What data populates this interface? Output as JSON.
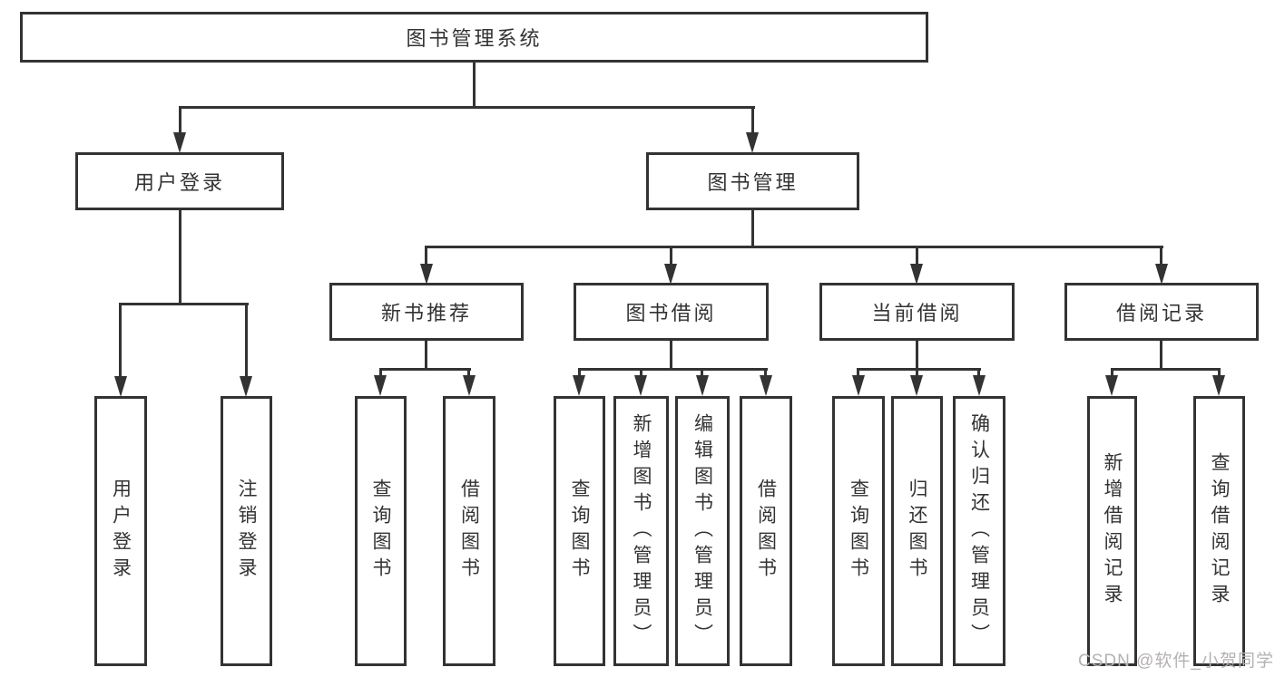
{
  "diagram": {
    "root": {
      "label": "图书管理系统"
    },
    "branches": [
      {
        "label": "用户登录",
        "children": [
          {
            "label": "用户登录"
          },
          {
            "label": "注销登录"
          }
        ]
      },
      {
        "label": "图书管理",
        "children": [
          {
            "label": "新书推荐",
            "children": [
              {
                "label": "查询图书"
              },
              {
                "label": "借阅图书"
              }
            ]
          },
          {
            "label": "图书借阅",
            "children": [
              {
                "label": "查询图书"
              },
              {
                "label": "新增图书（管理员）"
              },
              {
                "label": "编辑图书（管理员）"
              },
              {
                "label": "借阅图书"
              }
            ]
          },
          {
            "label": "当前借阅",
            "children": [
              {
                "label": "查询图书"
              },
              {
                "label": "归还图书"
              },
              {
                "label": "确认归还（管理员）"
              }
            ]
          },
          {
            "label": "借阅记录",
            "children": [
              {
                "label": "新增借阅记录"
              },
              {
                "label": "查询借阅记录"
              }
            ]
          }
        ]
      }
    ]
  },
  "watermark": {
    "text": "CSDN @软件_小贺同学"
  },
  "colors": {
    "line": "#333333",
    "text": "#333333",
    "background": "#ffffff",
    "watermark": "#b5b1b1"
  }
}
